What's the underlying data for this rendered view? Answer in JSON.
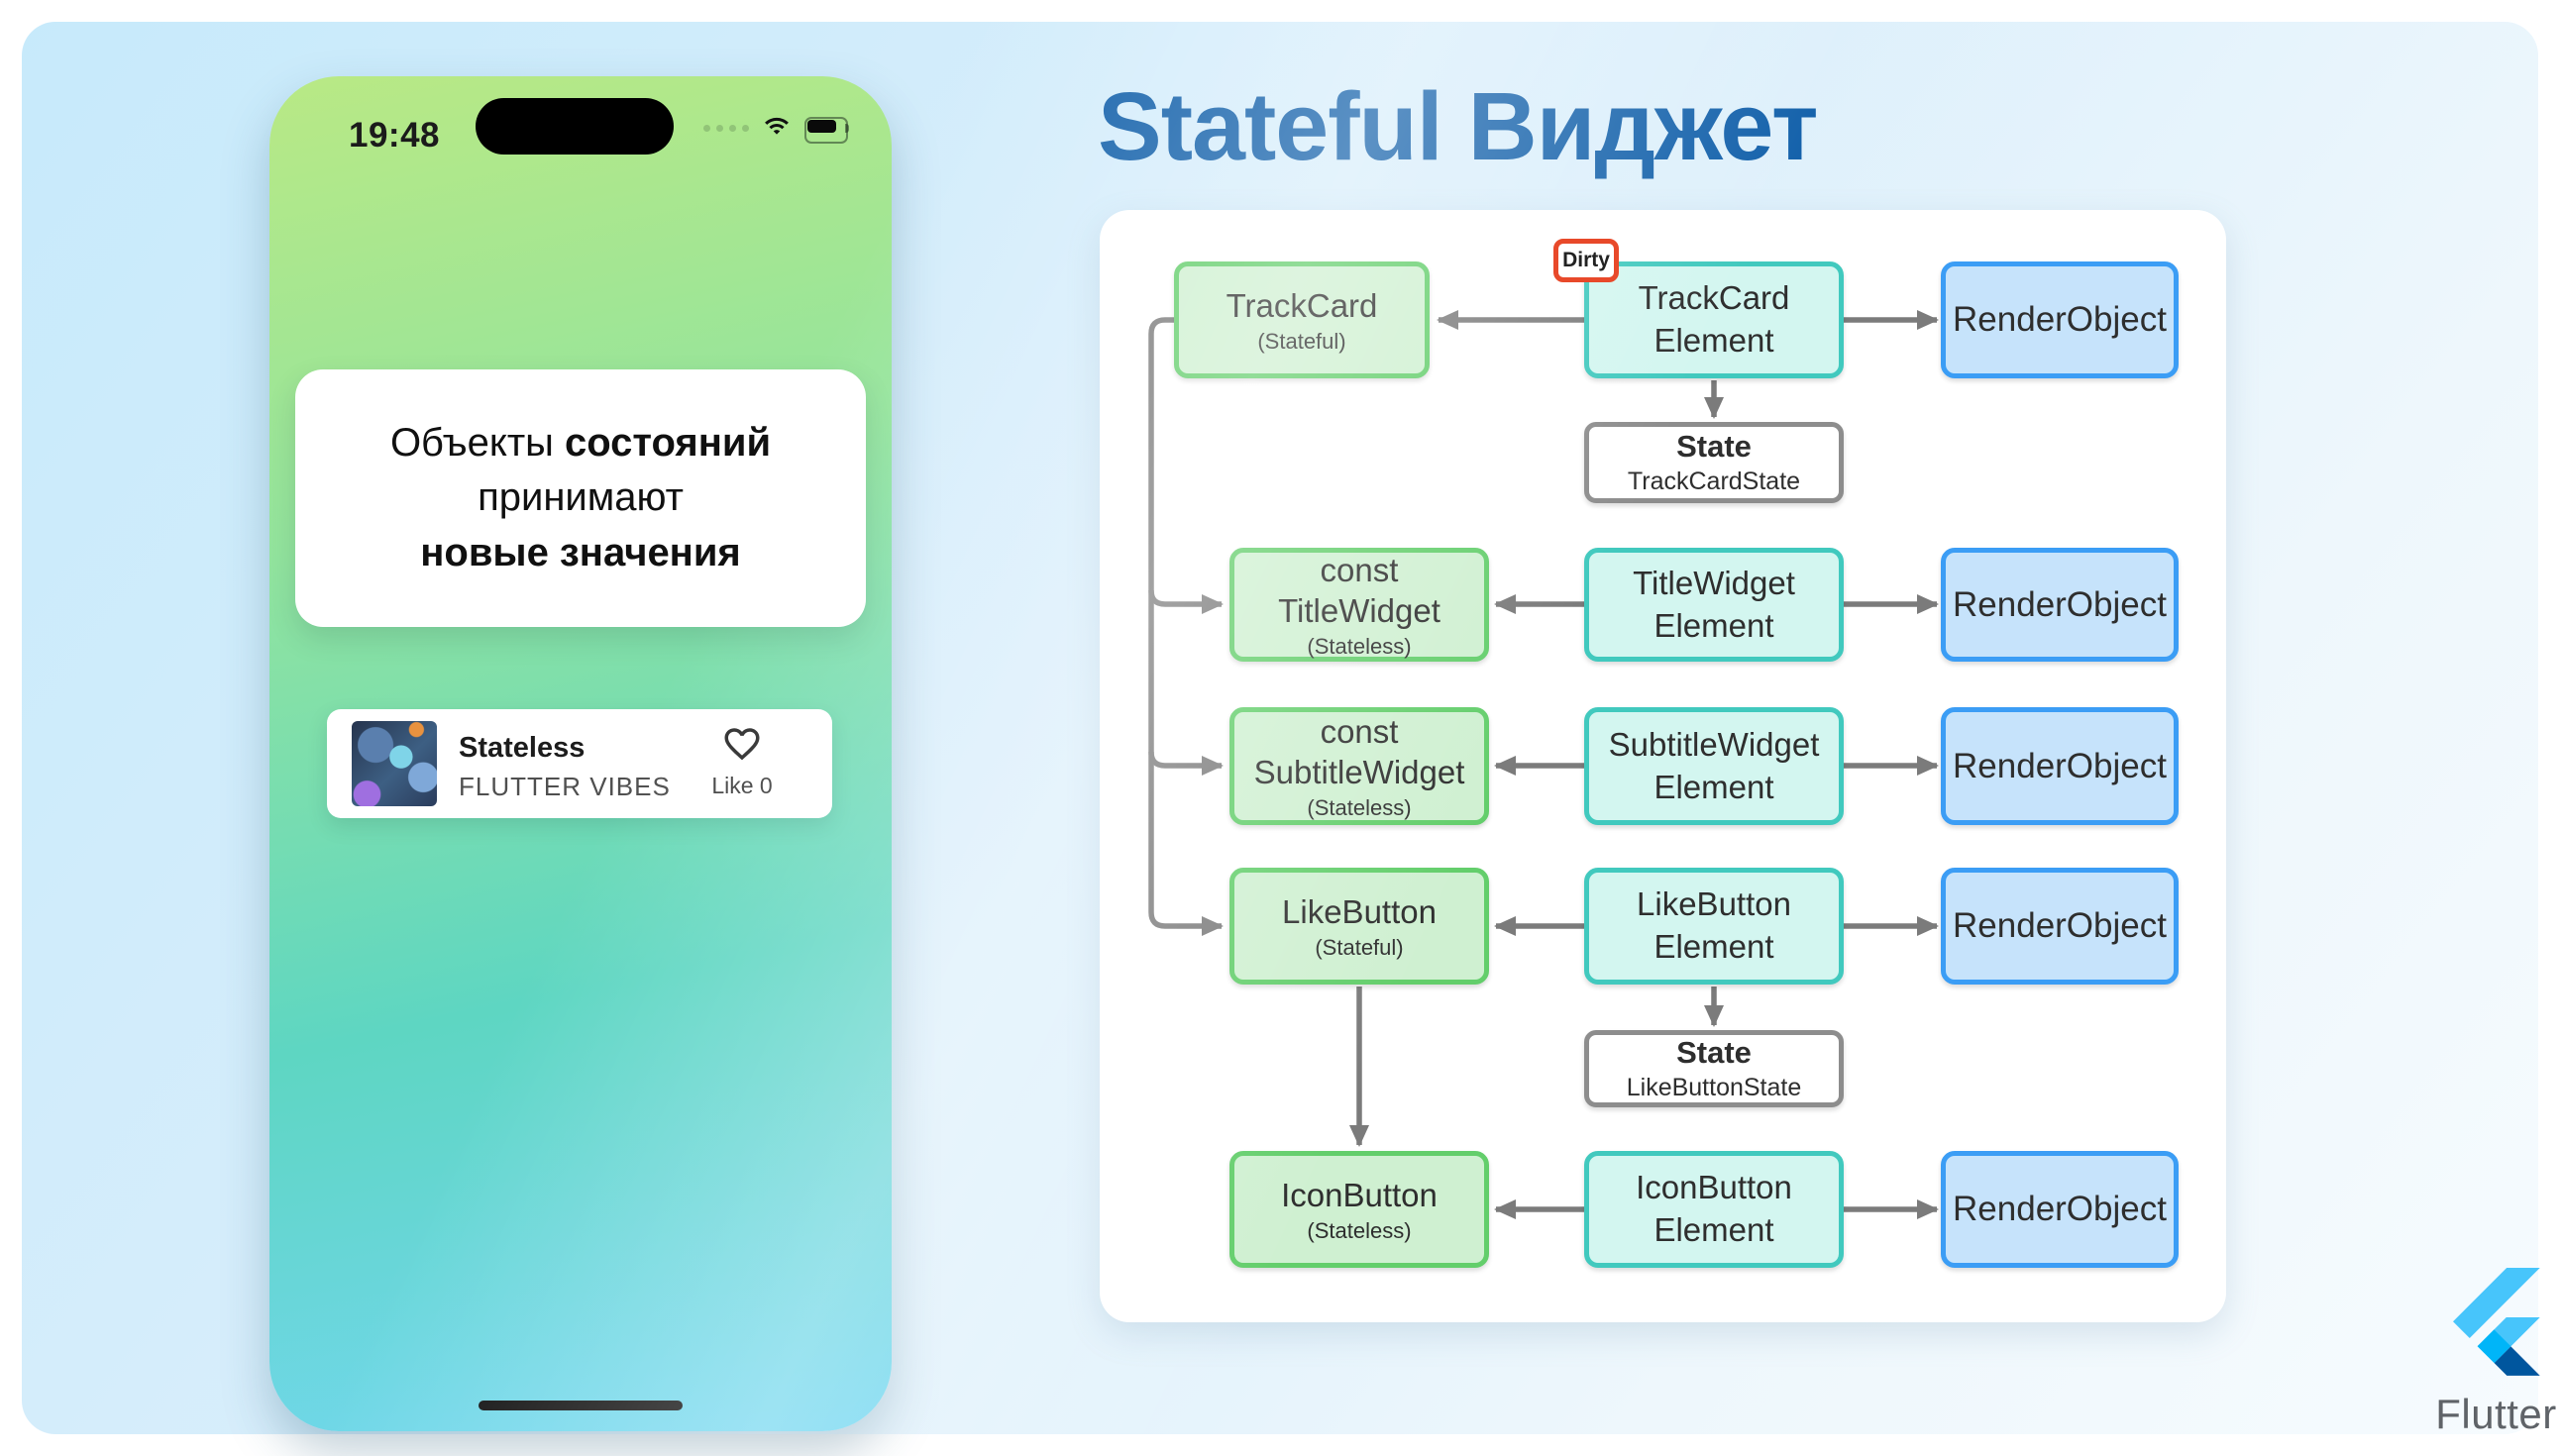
{
  "slide": {
    "title": "Stateful Виджет"
  },
  "phone": {
    "status": {
      "time": "19:48"
    },
    "message_card": {
      "line1_normal": "Объекты ",
      "line1_bold": "состояний",
      "line2": "принимают",
      "line3_bold": "новые значения"
    },
    "track_card": {
      "title": "Stateless",
      "subtitle": "FLUTTER VIBES",
      "like_label": "Like 0"
    }
  },
  "diagram": {
    "dirty_badge": "Dirty",
    "rows": [
      {
        "widget": {
          "line1": "TrackCard",
          "line2": "",
          "sub": "(Stateful)"
        },
        "element": {
          "line1": "TrackCard",
          "line2": "Element"
        },
        "render": "RenderObject"
      },
      {
        "widget": {
          "line1": "const",
          "line2": "TitleWidget",
          "sub": "(Stateless)"
        },
        "element": {
          "line1": "TitleWidget",
          "line2": "Element"
        },
        "render": "RenderObject"
      },
      {
        "widget": {
          "line1": "const",
          "line2": "SubtitleWidget",
          "sub": "(Stateless)"
        },
        "element": {
          "line1": "SubtitleWidget",
          "line2": "Element"
        },
        "render": "RenderObject"
      },
      {
        "widget": {
          "line1": "LikeButton",
          "line2": "",
          "sub": "(Stateful)"
        },
        "element": {
          "line1": "LikeButton",
          "line2": "Element"
        },
        "render": "RenderObject"
      },
      {
        "widget": {
          "line1": "IconButton",
          "line2": "",
          "sub": "(Stateless)"
        },
        "element": {
          "line1": "IconButton",
          "line2": "Element"
        },
        "render": "RenderObject"
      }
    ],
    "states": [
      {
        "title": "State",
        "sub": "TrackCardState"
      },
      {
        "title": "State",
        "sub": "LikeButtonState"
      }
    ]
  },
  "branding": {
    "logo_text": "Flutter"
  },
  "icons": {
    "wifi": "wifi-icon",
    "battery": "battery-icon",
    "signal": "signal-dots",
    "heart": "heart-outline-icon",
    "flutter": "flutter-logo"
  },
  "colors": {
    "title_blue": "#1562ab",
    "widget_green_border": "#63ce6b",
    "element_teal_border": "#41c9be",
    "render_blue_border": "#3b9df5",
    "state_gray_border": "#8d8d8d",
    "dirty_red_border": "#e8492a",
    "arrow_gray": "#7b7b7b"
  }
}
